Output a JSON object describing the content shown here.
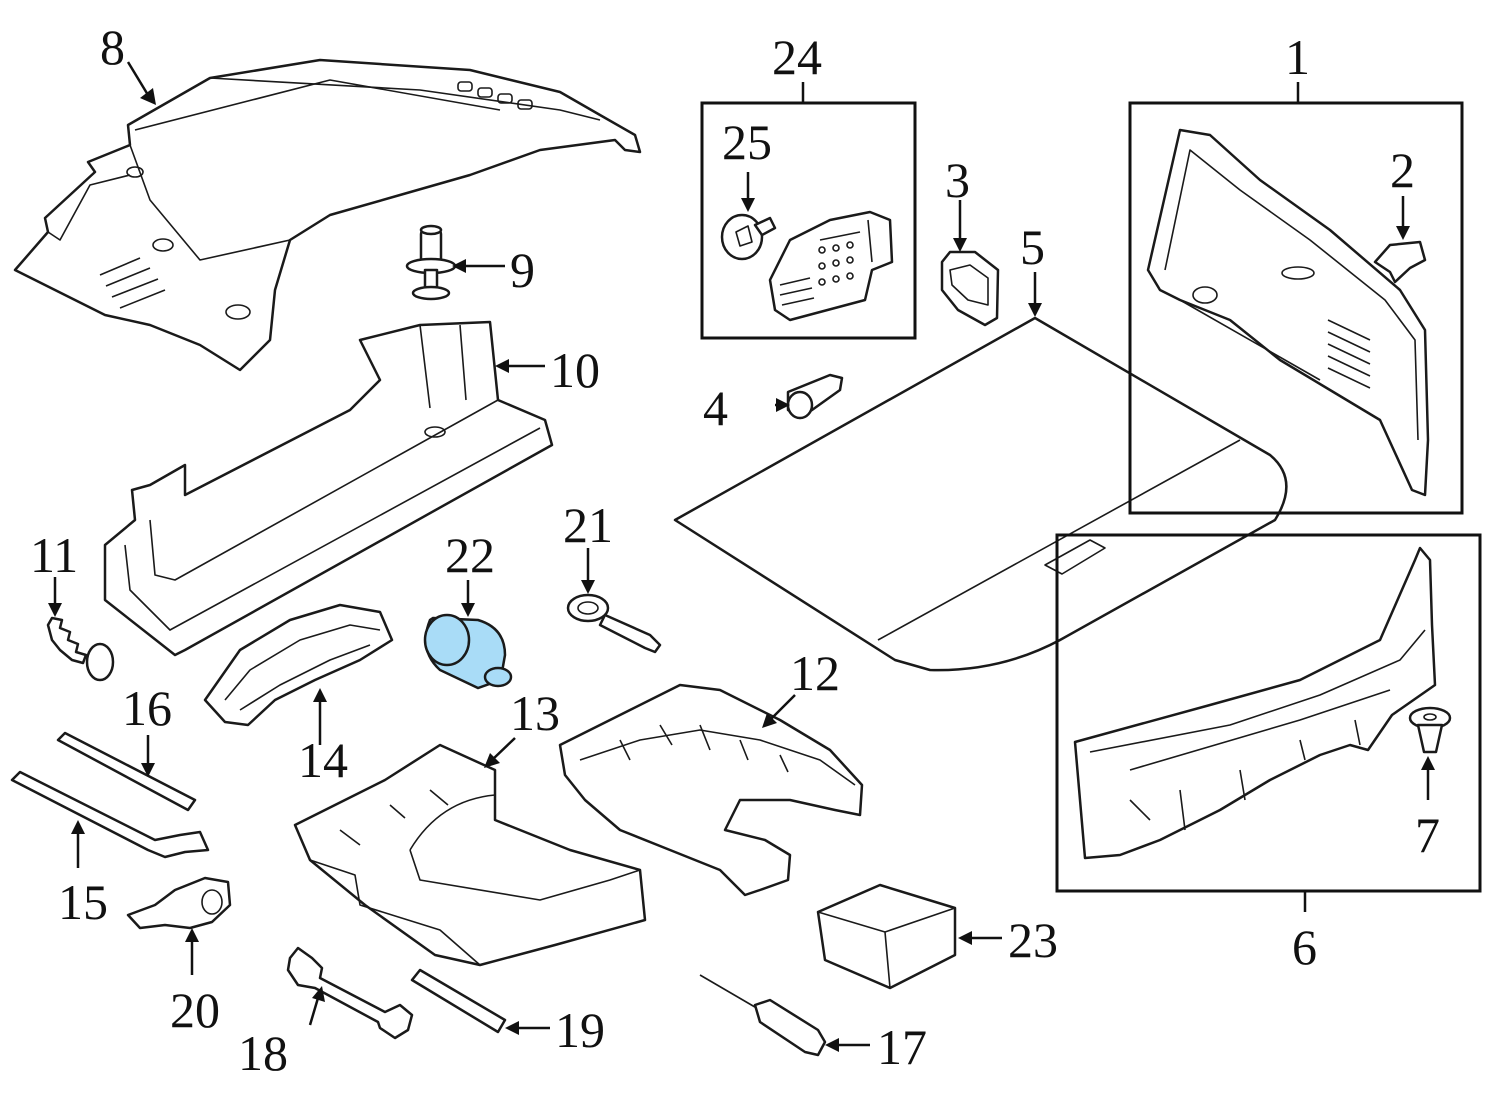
{
  "diagram": {
    "highlight_color": "#a9dcf7",
    "line_color": "#1a1a1a",
    "callouts": [
      {
        "id": "1",
        "label": "1"
      },
      {
        "id": "2",
        "label": "2"
      },
      {
        "id": "3",
        "label": "3"
      },
      {
        "id": "4",
        "label": "4"
      },
      {
        "id": "5",
        "label": "5"
      },
      {
        "id": "6",
        "label": "6"
      },
      {
        "id": "7",
        "label": "7"
      },
      {
        "id": "8",
        "label": "8"
      },
      {
        "id": "9",
        "label": "9"
      },
      {
        "id": "10",
        "label": "10"
      },
      {
        "id": "11",
        "label": "11"
      },
      {
        "id": "12",
        "label": "12"
      },
      {
        "id": "13",
        "label": "13"
      },
      {
        "id": "14",
        "label": "14"
      },
      {
        "id": "15",
        "label": "15"
      },
      {
        "id": "16",
        "label": "16"
      },
      {
        "id": "17",
        "label": "17"
      },
      {
        "id": "18",
        "label": "18"
      },
      {
        "id": "19",
        "label": "19"
      },
      {
        "id": "20",
        "label": "20"
      },
      {
        "id": "21",
        "label": "21"
      },
      {
        "id": "22",
        "label": "22",
        "highlighted": true
      },
      {
        "id": "23",
        "label": "23"
      },
      {
        "id": "24",
        "label": "24"
      },
      {
        "id": "25",
        "label": "25"
      }
    ]
  }
}
